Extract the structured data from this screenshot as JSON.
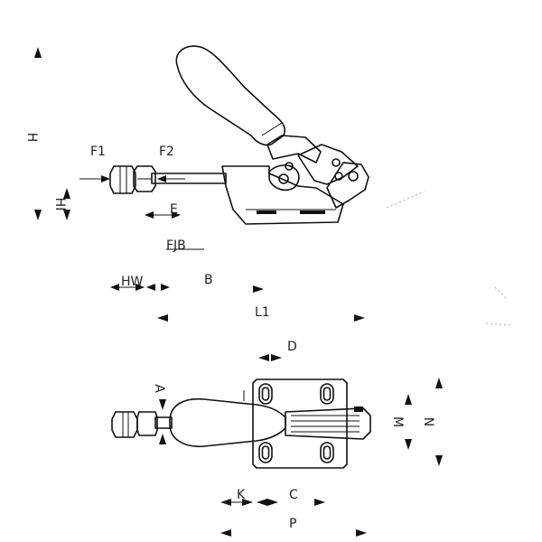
{
  "labels": {
    "H": "H",
    "F1": "F1",
    "F2": "F2",
    "HI": "HI",
    "E": "E",
    "FJB": "FJB",
    "HW": "HW",
    "B": "B",
    "L1": "L1",
    "D": "D",
    "A": "A",
    "M": "M",
    "N": "N",
    "K": "K",
    "C": "C",
    "P": "P"
  }
}
